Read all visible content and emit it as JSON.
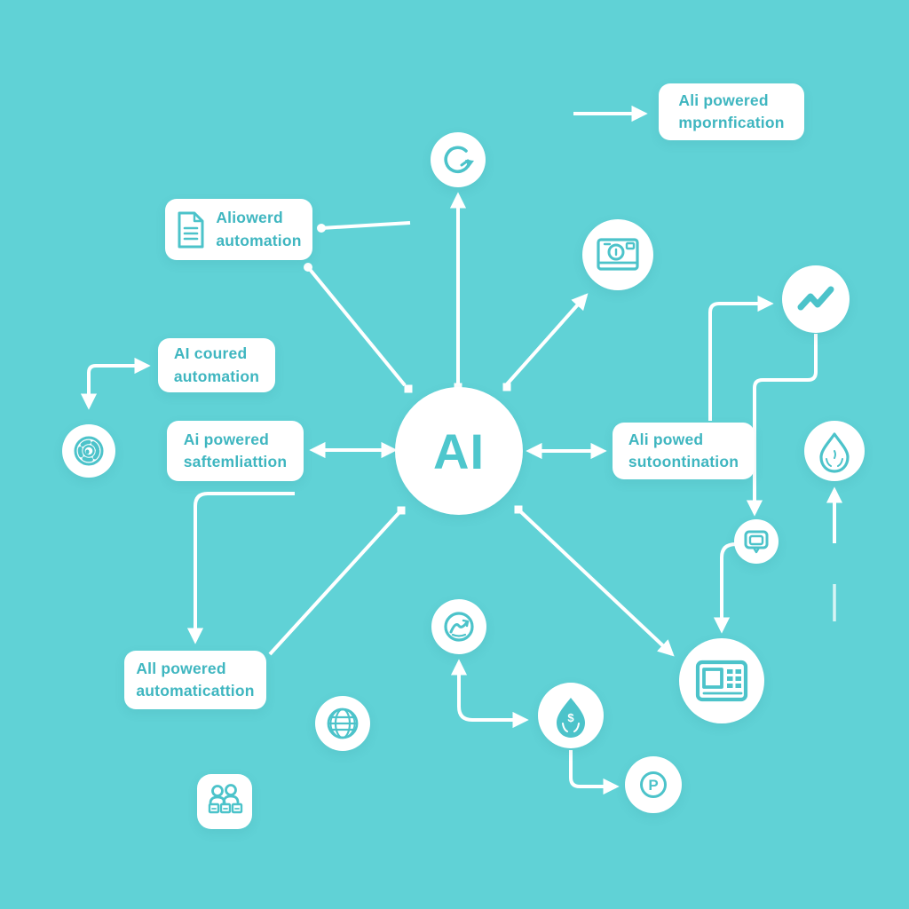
{
  "colors": {
    "background": "#60d2d6",
    "node_fill": "#ffffff",
    "text": "#3fb6c0",
    "ai_text": "#4ec7cd",
    "line": "#ffffff",
    "icon": "#4cc3ca"
  },
  "center_node": {
    "label": "AI"
  },
  "boxes": {
    "top_right": {
      "line1": "Ali powered",
      "line2": "mpornfication"
    },
    "top_left": {
      "line1": "Aliowerd",
      "line2": "automation"
    },
    "mid_left_upper": {
      "line1": "AI coured",
      "line2": "automation"
    },
    "mid_left_lower": {
      "line1": "Ai powered",
      "line2": "saftemliattion"
    },
    "mid_right": {
      "line1": "Ali powed",
      "line2": "sutoontination"
    },
    "bottom_left": {
      "line1": "All powered",
      "line2": "automaticattion"
    }
  },
  "glyphs": {
    "p_label": "P",
    "droplet_symbol": "$"
  },
  "icons": {
    "center": "ai-circle",
    "top_center": "refresh-icon",
    "upper_right": "camera-icon",
    "far_right_top": "trend-chart-icon",
    "far_left": "gear-icon",
    "far_right": "droplet-icon",
    "right_small": "monitor-chat-icon",
    "bottom_right": "calculator-icon",
    "bottom_center": "gauge-icon",
    "bottom_globe": "globe-icon",
    "bottom_people": "people-icon",
    "bottom_droplet": "droplet-filled-icon",
    "bottom_p": "p-badge-icon",
    "doc_in_box": "document-icon"
  }
}
